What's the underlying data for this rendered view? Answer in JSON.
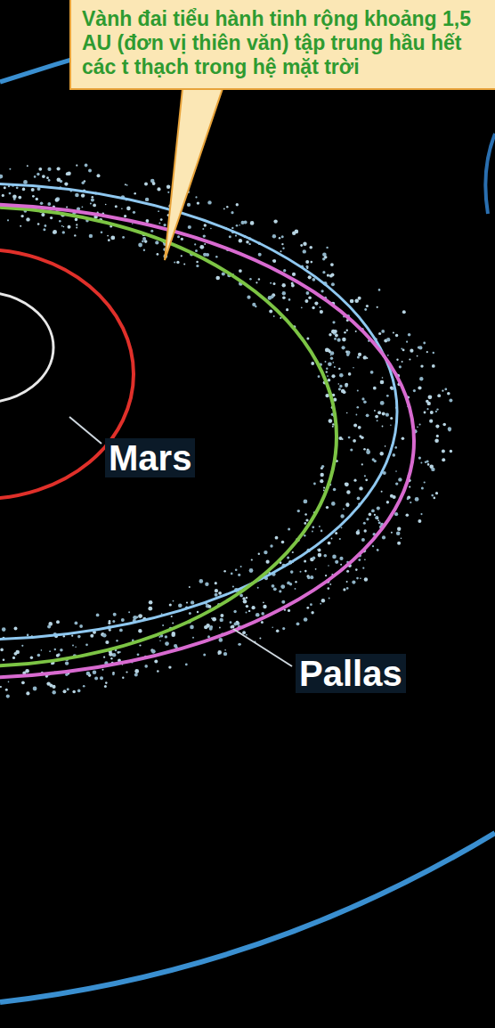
{
  "diagram": {
    "nodes": [
      {
        "text": [
          "Vành đai tiểu hành tinh rộng khoảng 1,5 AU (đơn vị thiên văn) tập trung hầu hết các t thạch trong hệ mặt trời"
        ]
      }
    ],
    "labels": [
      "Mars",
      "Pallas"
    ]
  }
}
